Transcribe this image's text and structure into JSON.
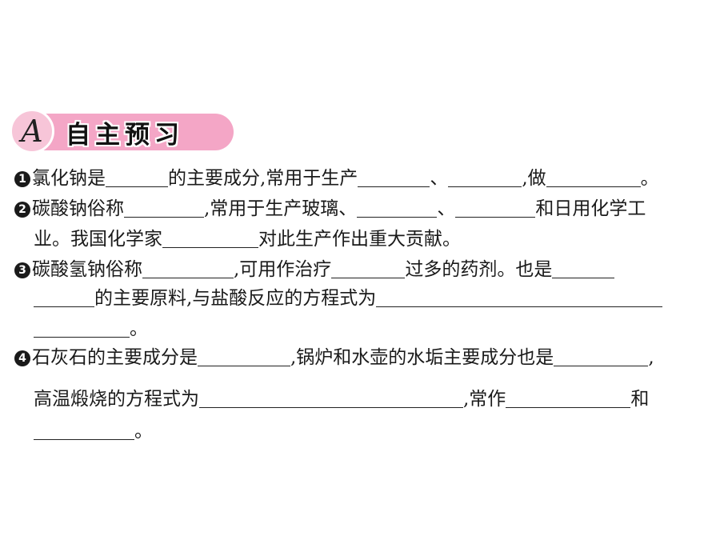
{
  "header": {
    "letter": "A",
    "title": "自主预习"
  },
  "items": [
    {
      "number": "1",
      "line1": {
        "t1": "氯化钠是",
        "t2": "的主要成分,常用于生产",
        "t3": "、",
        "t4": ",做",
        "t5": "。"
      }
    },
    {
      "number": "2",
      "line1": {
        "t1": "碳酸钠俗称",
        "t2": ",常用于生产玻璃、",
        "t3": "、",
        "t4": "和日用化学工"
      },
      "line2": {
        "t1": "业。我国化学家",
        "t2": "对此生产作出重大贡献。"
      }
    },
    {
      "number": "3",
      "line1": {
        "t1": "碳酸氢钠俗称",
        "t2": ",可用作治疗",
        "t3": "过多的药剂。也是"
      },
      "line2": {
        "t1": "的主要原料,与盐酸反应的方程式为"
      },
      "line3": {
        "t1": "。"
      }
    },
    {
      "number": "4",
      "line1": {
        "t1": "石灰石的主要成分是",
        "t2": ",锅炉和水壶的水垢主要成分也是",
        "t3": ","
      },
      "line2": {
        "t1": "高温煅烧的方程式为",
        "t2": ",常作",
        "t3": "和"
      },
      "line3": {
        "t1": "。"
      }
    }
  ]
}
